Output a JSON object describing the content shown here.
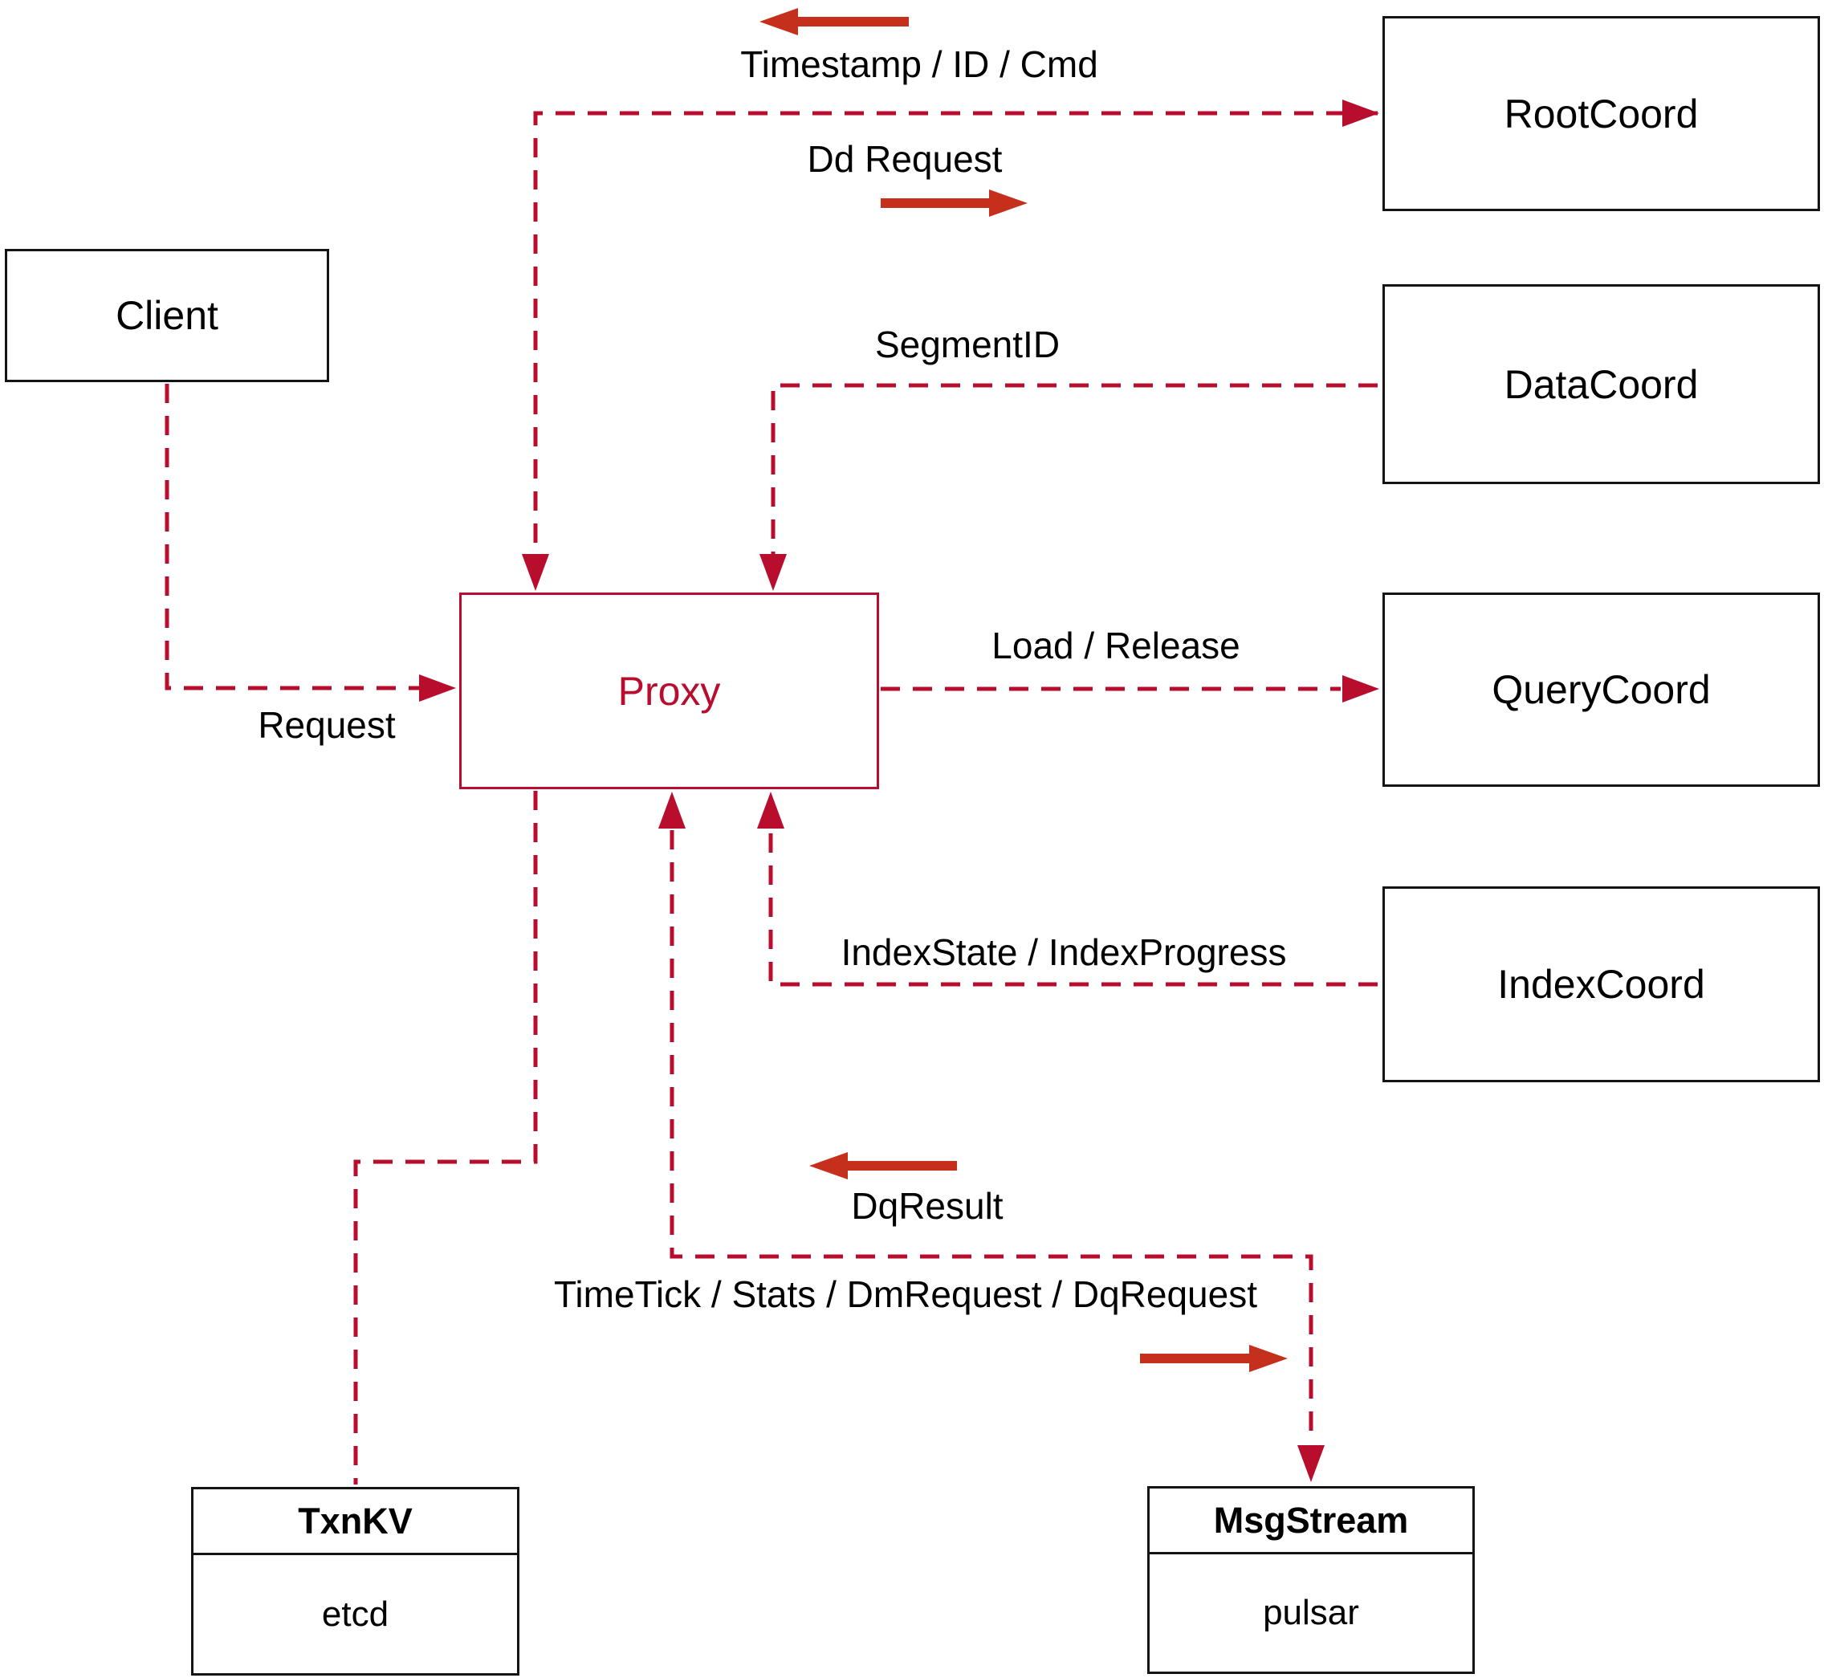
{
  "colors": {
    "background": "#ffffff",
    "connector": "#b90d2e",
    "arrow": "#c5301d",
    "box_border": "#141414"
  },
  "nodes": {
    "client": {
      "label": "Client"
    },
    "proxy": {
      "label": "Proxy"
    },
    "rootcoord": {
      "label": "RootCoord"
    },
    "datacoord": {
      "label": "DataCoord"
    },
    "querycoord": {
      "label": "QueryCoord"
    },
    "indexcoord": {
      "label": "IndexCoord"
    },
    "txnkv": {
      "title": "TxnKV",
      "subtitle": "etcd"
    },
    "msgstream": {
      "title": "MsgStream",
      "subtitle": "pulsar"
    }
  },
  "edge_labels": {
    "timestamp": "Timestamp / ID / Cmd",
    "dd_request": "Dd Request",
    "segment_id": "SegmentID",
    "request": "Request",
    "load_release": "Load / Release",
    "index_state": "IndexState / IndexProgress",
    "dq_result": "DqResult",
    "time_tick": "TimeTick / Stats / DmRequest / DqRequest"
  }
}
